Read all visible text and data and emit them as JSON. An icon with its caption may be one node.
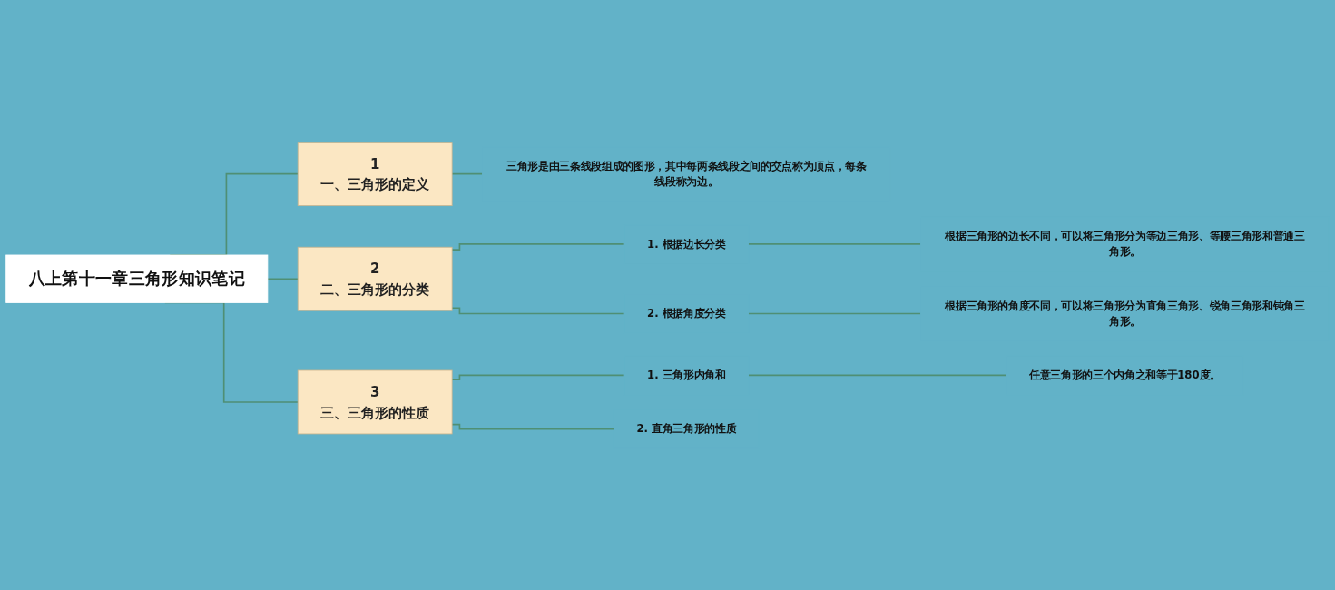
{
  "diagram": {
    "nodes": [
      {
        "text": [
          "八上第十一章三角形知识笔记"
        ]
      },
      {
        "text": [
          "1",
          "一、三角形的定义"
        ]
      },
      {
        "text": [
          "三角形是由三条线段组成的图形，其中每两条线段之间的交点称为顶点，每条线段称为边。"
        ]
      },
      {
        "text": [
          "2",
          "二、三角形的分类"
        ]
      },
      {
        "text": [
          "1. 根据边长分类"
        ]
      },
      {
        "text": [
          "根据三角形的边长不同，可以将三角形分为等边三角形、等腰三角形和普通三角形。"
        ]
      },
      {
        "text": [
          "2. 根据角度分类"
        ]
      },
      {
        "text": [
          "根据三角形的角度不同，可以将三角形分为直角三角形、锐角三角形和钝角三角形。"
        ]
      },
      {
        "text": [
          "3",
          "三、三角形的性质"
        ]
      },
      {
        "text": [
          "1. 三角形内角和"
        ]
      },
      {
        "text": [
          "任意三角形的三个内角之和等于180度。"
        ]
      },
      {
        "text": [
          "2. 直角三角形的性质"
        ]
      }
    ],
    "edges": [
      {
        "from": 0,
        "to": 1,
        "arrow": "none"
      },
      {
        "from": 1,
        "to": 2,
        "arrow": "none"
      },
      {
        "from": 0,
        "to": 3,
        "arrow": "none"
      },
      {
        "from": 3,
        "to": 4,
        "arrow": "none"
      },
      {
        "from": 4,
        "to": 5,
        "arrow": "none"
      },
      {
        "from": 3,
        "to": 6,
        "arrow": "none"
      },
      {
        "from": 6,
        "to": 7,
        "arrow": "none"
      },
      {
        "from": 0,
        "to": 8,
        "arrow": "none"
      },
      {
        "from": 8,
        "to": 9,
        "arrow": "none"
      },
      {
        "from": 9,
        "to": 10,
        "arrow": "none"
      },
      {
        "from": 8,
        "to": 11,
        "arrow": "none"
      }
    ]
  }
}
